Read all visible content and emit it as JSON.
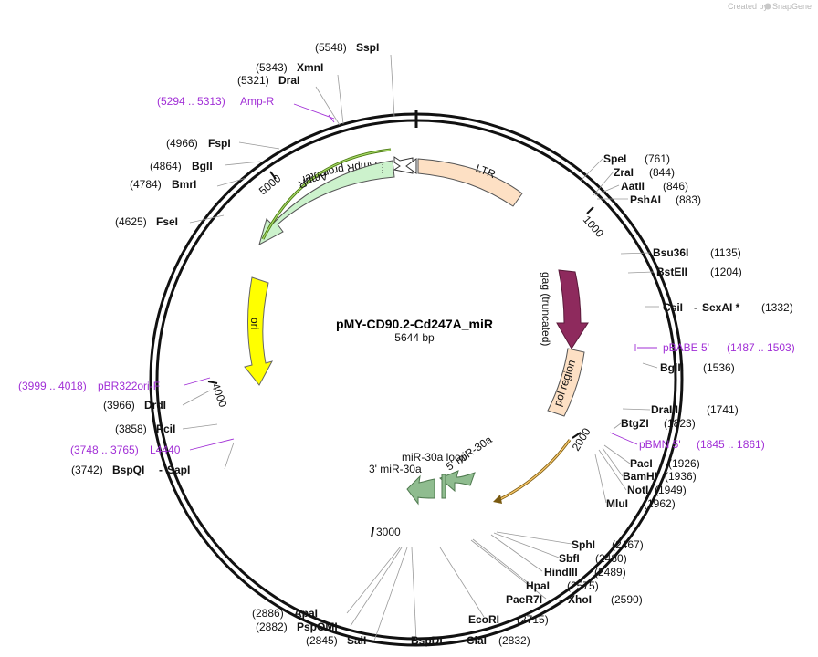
{
  "watermark": "Created by",
  "watermark_brand": "SnapGene",
  "plasmid": {
    "name": "pMY-CD90.2-Cd247A_miR",
    "size_label": "5644 bp"
  },
  "ticks": [
    "1000",
    "2000",
    "3000",
    "4000",
    "5000"
  ],
  "features": [
    {
      "id": "ampr-promoter",
      "label": "AmpR promoter",
      "color": "#ffffff"
    },
    {
      "id": "ampr",
      "label": "AmpR",
      "color": "#ccf2cc"
    },
    {
      "id": "ltr",
      "label": "LTR",
      "color": "#fde0c4"
    },
    {
      "id": "ori",
      "label": "ori",
      "color": "#ffff00"
    },
    {
      "id": "gag",
      "label": "gag (truncated)",
      "color": "#8e2a5d"
    },
    {
      "id": "pol",
      "label": "pol region",
      "color": "#fde0c4"
    },
    {
      "id": "mir-loop",
      "label": "miR-30a loop",
      "color": "#8fbc8f"
    },
    {
      "id": "mir-5",
      "label": "5' miR-30a",
      "color": "#8fbc8f"
    },
    {
      "id": "mir-3",
      "label": "3' miR-30a",
      "color": "#8fbc8f"
    }
  ],
  "site_labels": [
    {
      "id": "sspi",
      "pos": "(5548)",
      "name": "SspI"
    },
    {
      "id": "xmni",
      "pos": "(5343)",
      "name": "XmnI"
    },
    {
      "id": "drai",
      "pos": "(5321)",
      "name": "DraI"
    },
    {
      "id": "ampr-primer",
      "pos": "(5294 .. 5313)",
      "name": "Amp-R",
      "primer": true
    },
    {
      "id": "fspi",
      "pos": "(4966)",
      "name": "FspI"
    },
    {
      "id": "bgli",
      "pos": "(4864)",
      "name": "BglI"
    },
    {
      "id": "bmri",
      "pos": "(4784)",
      "name": "BmrI"
    },
    {
      "id": "fsei",
      "pos": "(4625)",
      "name": "FseI"
    },
    {
      "id": "pbr322",
      "pos": "(3999 .. 4018)",
      "name": "pBR322ori-F",
      "primer": true
    },
    {
      "id": "drdi",
      "pos": "(3966)",
      "name": "DrdI"
    },
    {
      "id": "pcii",
      "pos": "(3858)",
      "name": "PciI"
    },
    {
      "id": "l4440",
      "pos": "(3748 .. 3765)",
      "name": "L4440",
      "primer": true
    },
    {
      "id": "bspqi",
      "pos": "(3742)",
      "name": "BspQI",
      "name2": "SapI"
    },
    {
      "id": "apai",
      "pos": "(2886)",
      "name": "ApaI"
    },
    {
      "id": "pspomi",
      "pos": "(2882)",
      "name": "PspOMI"
    },
    {
      "id": "sali",
      "pos": "(2845)",
      "name": "SalI"
    },
    {
      "id": "bspdi",
      "pos": "(2832)",
      "name": "BspDI",
      "name2": "ClaI"
    },
    {
      "id": "ecori",
      "pos": "(2715)",
      "name": "EcoRI"
    },
    {
      "id": "paer7i",
      "pos": "(2590)",
      "name": "PaeR7I",
      "name2": "XhoI"
    },
    {
      "id": "hpai",
      "pos": "(2575)",
      "name": "HpaI"
    },
    {
      "id": "hindiii",
      "pos": "(2489)",
      "name": "HindIII"
    },
    {
      "id": "sbfi",
      "pos": "(2480)",
      "name": "SbfI"
    },
    {
      "id": "sphi",
      "pos": "(2467)",
      "name": "SphI"
    },
    {
      "id": "mlui",
      "pos": "(1962)",
      "name": "MluI"
    },
    {
      "id": "noti",
      "pos": "(1949)",
      "name": "NotI"
    },
    {
      "id": "bamhi",
      "pos": "(1936)",
      "name": "BamHI"
    },
    {
      "id": "paci",
      "pos": "(1926)",
      "name": "PacI"
    },
    {
      "id": "pbmn",
      "pos": "(1845 .. 1861)",
      "name": "pBMN 5'",
      "primer": true
    },
    {
      "id": "btgzi",
      "pos": "(1823)",
      "name": "BtgZI"
    },
    {
      "id": "draiii",
      "pos": "(1741)",
      "name": "DraIII"
    },
    {
      "id": "bglii",
      "pos": "(1536)",
      "name": "BglII"
    },
    {
      "id": "pbabe",
      "pos": "(1487 .. 1503)",
      "name": "pBABE 5'",
      "primer": true
    },
    {
      "id": "csii",
      "pos": "(1332)",
      "name": "CsiI",
      "name2": "SexAI *"
    },
    {
      "id": "bsteii",
      "pos": "(1204)",
      "name": "BstEII"
    },
    {
      "id": "bsu36i",
      "pos": "(1135)",
      "name": "Bsu36I"
    },
    {
      "id": "pshai",
      "pos": "(883)",
      "name": "PshAI"
    },
    {
      "id": "aatii",
      "pos": "(846)",
      "name": "AatII"
    },
    {
      "id": "zrai",
      "pos": "(844)",
      "name": "ZraI"
    },
    {
      "id": "spei",
      "pos": "(761)",
      "name": "SpeI"
    }
  ]
}
